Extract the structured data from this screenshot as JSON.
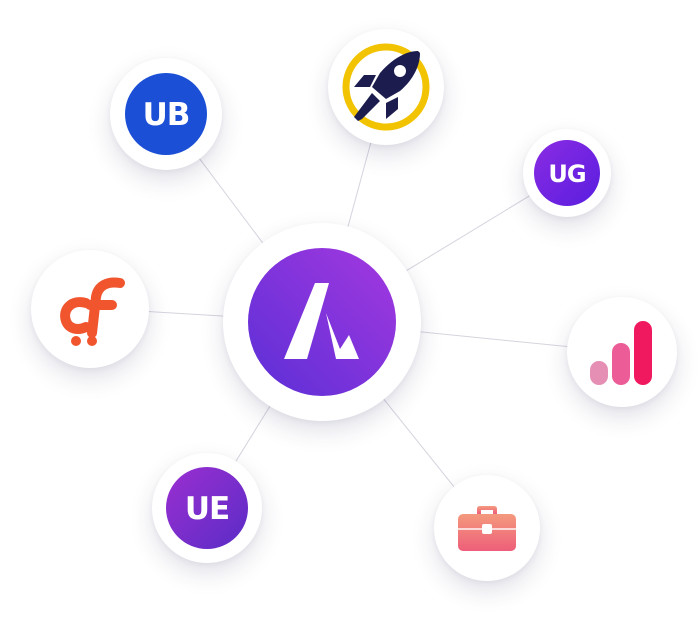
{
  "hub": {
    "icon": "astra-a-icon",
    "gradient": [
      "#a438e0",
      "#5b2fd6"
    ]
  },
  "nodes": [
    {
      "id": "ultimate-blocks",
      "icon": "ub-logo-icon",
      "text": "UB",
      "color": "#1a4fd6"
    },
    {
      "id": "rocket",
      "icon": "rocket-icon",
      "ring": "#f2c300",
      "rocket": "#1c1c4f"
    },
    {
      "id": "ultimate-gutenberg",
      "icon": "ug-logo-icon",
      "text": "UG",
      "gradient": [
        "#8a2be2",
        "#5a1ee0"
      ]
    },
    {
      "id": "cartflows",
      "icon": "cartflows-logo-icon",
      "color": "#f0552e"
    },
    {
      "id": "analytics",
      "icon": "bar-chart-icon",
      "colors": [
        "#e58fb4",
        "#ec5d97",
        "#f0185e"
      ]
    },
    {
      "id": "ultimate-elementor",
      "icon": "ue-logo-icon",
      "text": "UE",
      "gradient": [
        "#9b2fd1",
        "#5a2cc6"
      ]
    },
    {
      "id": "portfolio",
      "icon": "briefcase-icon",
      "gradient": [
        "#f49a7d",
        "#ee5e7a"
      ]
    }
  ]
}
